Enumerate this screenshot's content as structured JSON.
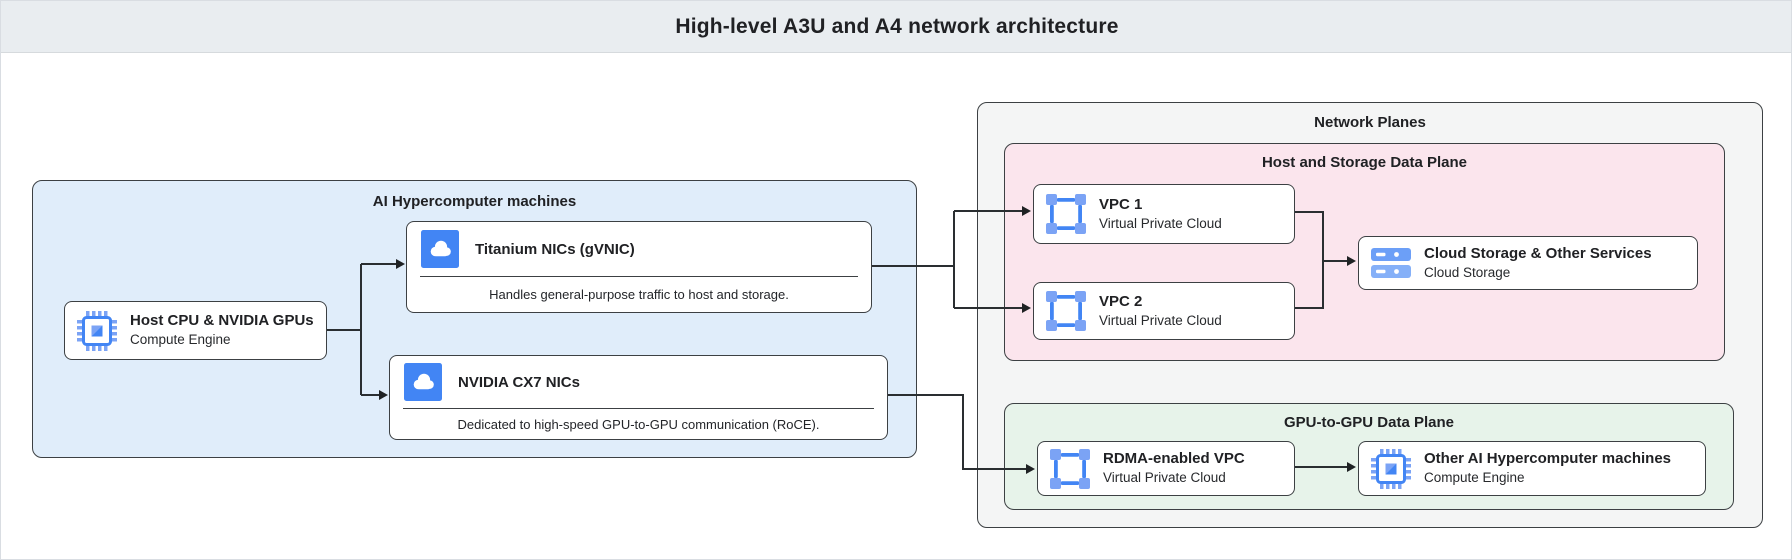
{
  "title": "High-level A3U and A4 network architecture",
  "clusters": {
    "ai_machines": {
      "label": "AI Hypercomputer machines"
    },
    "network_planes": {
      "label": "Network Planes"
    },
    "host_storage_plane": {
      "label": "Host and Storage Data Plane"
    },
    "gpu_plane": {
      "label": "GPU-to-GPU Data Plane"
    }
  },
  "nodes": {
    "host_cpu": {
      "title": "Host CPU & NVIDIA GPUs",
      "subtitle": "Compute Engine",
      "icon": "compute-engine-icon"
    },
    "titanium": {
      "title": "Titanium NICs (gVNIC)",
      "description": "Handles general-purpose traffic to host and storage.",
      "icon": "cloud-nic-icon"
    },
    "cx7": {
      "title": "NVIDIA CX7 NICs",
      "description": "Dedicated to high-speed GPU-to-GPU communication (RoCE).",
      "icon": "cloud-nic-icon"
    },
    "vpc1": {
      "title": "VPC 1",
      "subtitle": "Virtual Private Cloud",
      "icon": "vpc-icon"
    },
    "vpc2": {
      "title": "VPC 2",
      "subtitle": "Virtual Private Cloud",
      "icon": "vpc-icon"
    },
    "storage": {
      "title": "Cloud Storage & Other Services",
      "subtitle": "Cloud Storage",
      "icon": "cloud-storage-icon"
    },
    "rdma": {
      "title": "RDMA-enabled VPC",
      "subtitle": "Virtual Private Cloud",
      "icon": "vpc-icon"
    },
    "other_ai": {
      "title": "Other AI Hypercomputer machines",
      "subtitle": "Compute Engine",
      "icon": "compute-engine-icon"
    }
  },
  "colors": {
    "titlebar_bg": "#e9edf0",
    "ai_machines_bg": "#e0edfa",
    "network_planes_bg": "#f4f5f5",
    "host_storage_bg": "#fbe5ed",
    "gpu_plane_bg": "#e7f3ea",
    "node_border": "#3c4043",
    "connector": "#2a2e31",
    "icon_blue": "#4285f4",
    "icon_light_blue": "#7ba3f5"
  }
}
